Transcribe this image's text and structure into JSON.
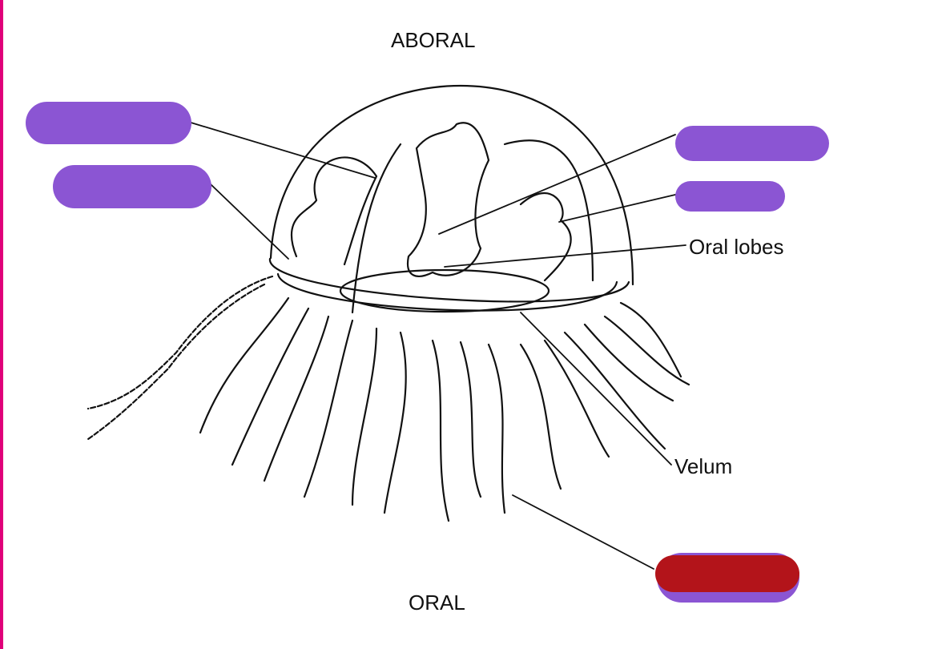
{
  "diagram": {
    "orientation_top": "ABORAL",
    "orientation_bottom": "ORAL",
    "labels": {
      "oral_lobes": "Oral lobes",
      "velum": "Velum"
    }
  },
  "colors": {
    "edge": "#e0007a",
    "mask_primary": "#8b55d3",
    "mask_alert": "#b3141a",
    "stroke": "#111111"
  }
}
